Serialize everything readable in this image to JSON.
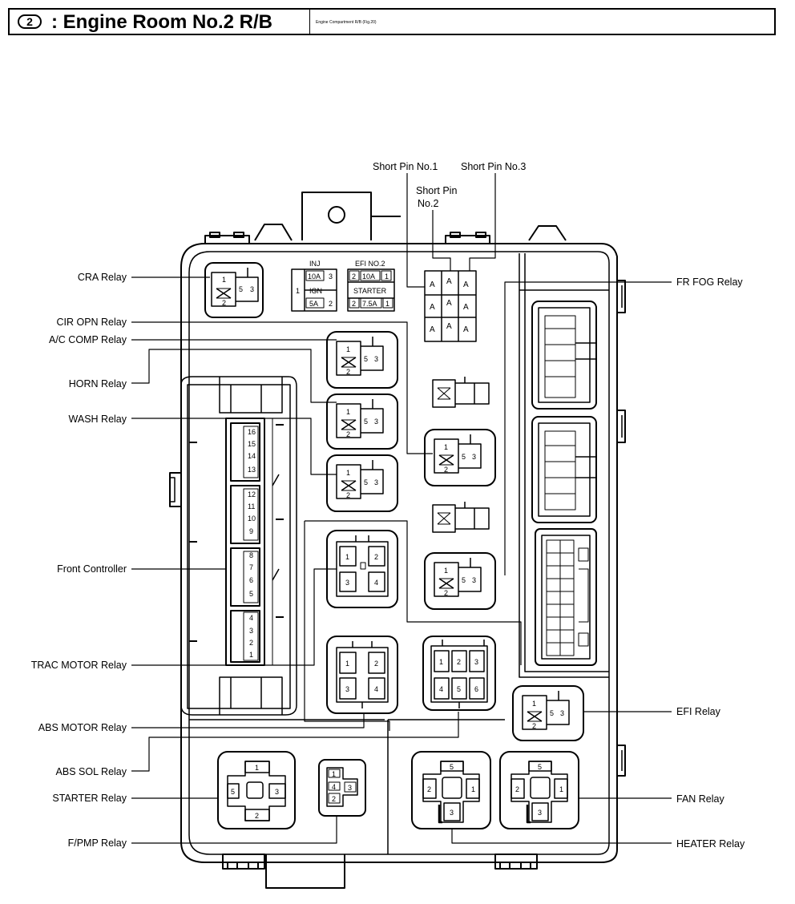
{
  "header": {
    "number": "2",
    "title": ": Engine Room No.2 R/B",
    "small_text": "Engine Compartment R/B (Fig.20)"
  },
  "labels": {
    "short_pin_1": "Short Pin No.1",
    "short_pin_3": "Short Pin No.3",
    "short_pin_2_line1": "Short Pin",
    "short_pin_2_line2": "No.2",
    "cra_relay": "CRA Relay",
    "cir_opn_relay": "CIR OPN Relay",
    "ac_comp_relay": "A/C COMP Relay",
    "horn_relay": "HORN Relay",
    "wash_relay": "WASH Relay",
    "front_controller": "Front Controller",
    "trac_motor_relay": "TRAC MOTOR Relay",
    "abs_motor_relay": "ABS MOTOR Relay",
    "abs_sol_relay": "ABS SOL Relay",
    "starter_relay": "STARTER Relay",
    "fpmp_relay": "F/PMP Relay",
    "fr_fog_relay": "FR FOG Relay",
    "efi_relay": "EFI Relay",
    "fan_relay": "FAN Relay",
    "heater_relay": "HEATER Relay"
  },
  "fuses": {
    "inj_title": "INJ",
    "inj_amp": "10A",
    "inj_left": "1",
    "inj_right": "3",
    "ign_side": "1",
    "ign_title": "IGN",
    "ign_amp": "5A",
    "ign_right": "2",
    "efi2_title": "EFI NO.2",
    "efi2_left": "2",
    "efi2_amp": "10A",
    "efi2_right": "1",
    "starter_title": "STARTER",
    "starter_left": "2",
    "starter_amp": "7.5A",
    "starter_right": "1"
  },
  "short_pin_letter": "A",
  "controller_pins": [
    "16",
    "15",
    "14",
    "13",
    "12",
    "11",
    "10",
    "9",
    "8",
    "7",
    "6",
    "5",
    "4",
    "3",
    "2",
    "1"
  ],
  "relay_pins": {
    "p1": "1",
    "p2": "2",
    "p3": "3",
    "p4": "4",
    "p5": "5",
    "p6": "6"
  }
}
